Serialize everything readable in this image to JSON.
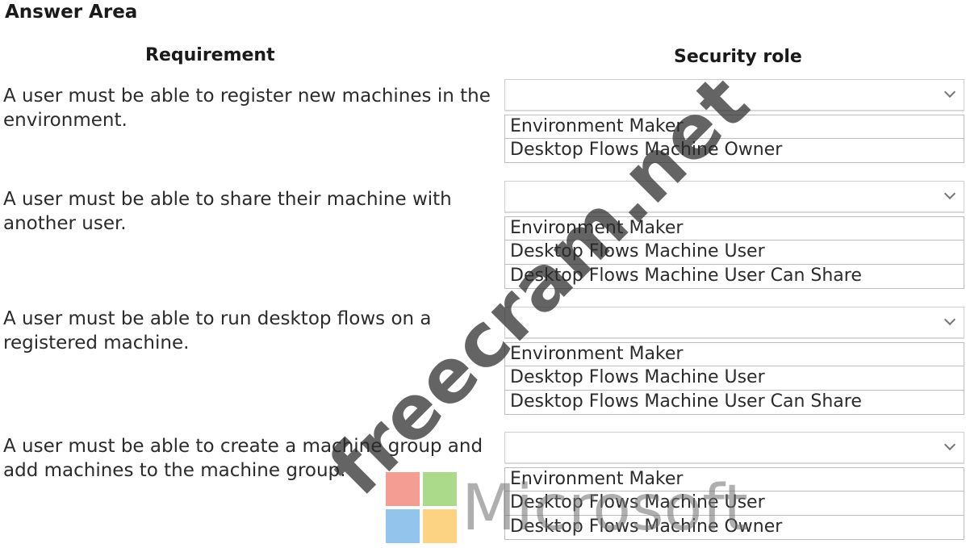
{
  "answer_area": {
    "title": "Answer Area"
  },
  "headers": {
    "requirement": "Requirement",
    "security_role": "Security role"
  },
  "rows": [
    {
      "requirement_line1": "A user must be able to register new machines in the",
      "requirement_line2": "environment.",
      "selected": "",
      "options": [
        "Environment Maker",
        "Desktop Flows Machine Owner"
      ]
    },
    {
      "requirement_line1": "A user must be able to share their machine with",
      "requirement_line2": "another user.",
      "selected": "",
      "options": [
        "Environment Maker",
        "Desktop Flows Machine User",
        "Desktop Flows Machine User Can Share"
      ]
    },
    {
      "requirement_line1": "A user must be able to run desktop flows on a",
      "requirement_line2": "registered machine.",
      "selected": "",
      "options": [
        "Environment Maker",
        "Desktop Flows Machine User",
        "Desktop Flows Machine User Can Share"
      ]
    },
    {
      "requirement_line1": "A user must be able to create a machine group and",
      "requirement_line2": "add machines to the machine group.",
      "selected": "",
      "options": [
        "Environment Maker",
        "Desktop Flows Machine User",
        "Desktop Flows Machine Owner"
      ]
    }
  ],
  "watermark": {
    "text": "freecram.net",
    "brand": "Microsoft"
  },
  "icons": {
    "dropdown": "chevron-down-icon",
    "logo": "microsoft-logo-icon"
  },
  "colors": {
    "logo_red": "#f07d6f",
    "logo_green": "#8fcf63",
    "logo_blue": "#6fb2e6",
    "logo_yellow": "#fcc45a"
  }
}
